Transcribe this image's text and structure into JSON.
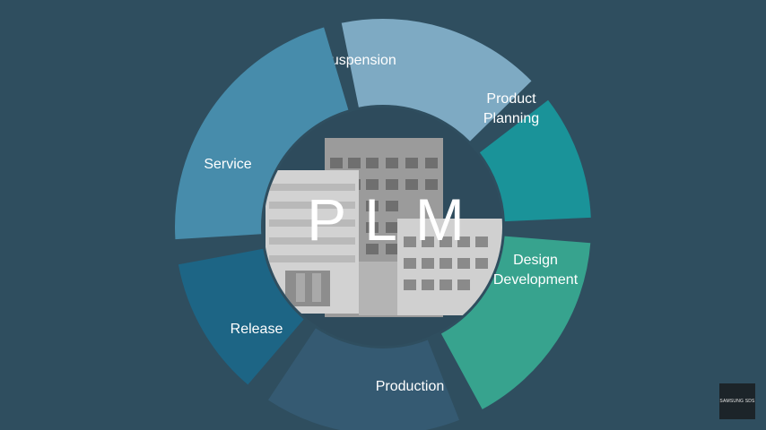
{
  "center": {
    "title": "PLM"
  },
  "segments": [
    {
      "label_lines": [
        "Suspension"
      ],
      "color": "#7eaac3"
    },
    {
      "label_lines": [
        "Product",
        "Planning"
      ],
      "color": "#1a9399"
    },
    {
      "label_lines": [
        "Design",
        "Development"
      ],
      "color": "#37a38e"
    },
    {
      "label_lines": [
        "Production"
      ],
      "color": "#355a72"
    },
    {
      "label_lines": [
        "Release"
      ],
      "color": "#1d6585"
    },
    {
      "label_lines": [
        "Service"
      ],
      "color": "#478cab"
    }
  ],
  "logo": {
    "text": "SAMSUNG SDS"
  }
}
